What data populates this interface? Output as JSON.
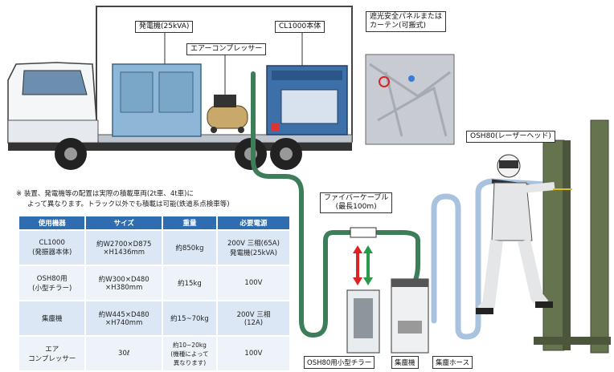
{
  "truck": {
    "generator_label": "発電機(25kVA)",
    "main_unit_label": "CL1000本体",
    "compressor_label": "エアーコンプレッサー"
  },
  "panel": {
    "label": "遮光安全パネルまたは\nカーテン(可搬式)"
  },
  "head": {
    "label": "OSH80(レーザーヘッド)"
  },
  "fiber": {
    "label": "ファイバーケーブル\n(最長100m)"
  },
  "bottom_labels": {
    "chiller": "OSH80用小型チラー",
    "dust_collector": "集塵機",
    "dust_hose": "集塵ホース"
  },
  "note": {
    "line1": "※ 装置、発電機等の配置は実際の積載車両(2t車、4t車)に",
    "line2": "よって異なります。トラック以外でも積載は可能(鉄道系点検車等)"
  },
  "table": {
    "headers": [
      "使用機器",
      "サイズ",
      "重量",
      "必要電源"
    ],
    "rows": [
      [
        "CL1000\n(発振器本体)",
        "約W2700×D875\n×H1436mm",
        "約850kg",
        "200V 三相(65A)\n発電機(25kVA)"
      ],
      [
        "OSH80用\n(小型チラー)",
        "約W300×D480\n×H380mm",
        "約15kg",
        "100V"
      ],
      [
        "集塵機",
        "約W445×D480\n×H740mm",
        "約15~70kg",
        "200V 三相\n(12A)"
      ],
      [
        "エア\nコンプレッサー",
        "30ℓ",
        "約10~20kg\n(機種によって\n異なります)",
        "100V"
      ]
    ]
  }
}
